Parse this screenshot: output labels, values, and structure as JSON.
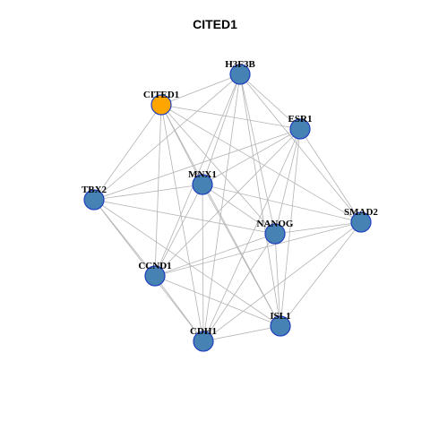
{
  "title": "CITED1",
  "colors": {
    "focus_node": "#FFA500",
    "node": "#4682B4",
    "node_border": "#1F3FBF",
    "edge": "#B3B3B3"
  },
  "nodes": [
    {
      "id": "H3F3B",
      "label": "H3F3B",
      "role": "neighbor"
    },
    {
      "id": "CITED1",
      "label": "CITED1",
      "role": "focus"
    },
    {
      "id": "ESR1",
      "label": "ESR1",
      "role": "neighbor"
    },
    {
      "id": "MNX1",
      "label": "MNX1",
      "role": "neighbor"
    },
    {
      "id": "TBX2",
      "label": "TBX2",
      "role": "neighbor"
    },
    {
      "id": "SMAD2",
      "label": "SMAD2",
      "role": "neighbor"
    },
    {
      "id": "NANOG",
      "label": "NANOG",
      "role": "neighbor"
    },
    {
      "id": "CCND1",
      "label": "CCND1",
      "role": "neighbor"
    },
    {
      "id": "ISL1",
      "label": "ISL1",
      "role": "neighbor"
    },
    {
      "id": "CDH1",
      "label": "CDH1",
      "role": "neighbor"
    }
  ],
  "edges": [
    [
      "CITED1",
      "H3F3B"
    ],
    [
      "CITED1",
      "ESR1"
    ],
    [
      "CITED1",
      "MNX1"
    ],
    [
      "CITED1",
      "TBX2"
    ],
    [
      "CITED1",
      "NANOG"
    ],
    [
      "CITED1",
      "CCND1"
    ],
    [
      "CITED1",
      "CDH1"
    ],
    [
      "CITED1",
      "ISL1"
    ],
    [
      "CITED1",
      "SMAD2"
    ],
    [
      "H3F3B",
      "ESR1"
    ],
    [
      "H3F3B",
      "MNX1"
    ],
    [
      "H3F3B",
      "TBX2"
    ],
    [
      "H3F3B",
      "NANOG"
    ],
    [
      "H3F3B",
      "CCND1"
    ],
    [
      "H3F3B",
      "CDH1"
    ],
    [
      "H3F3B",
      "ISL1"
    ],
    [
      "H3F3B",
      "SMAD2"
    ],
    [
      "ESR1",
      "MNX1"
    ],
    [
      "ESR1",
      "TBX2"
    ],
    [
      "ESR1",
      "NANOG"
    ],
    [
      "ESR1",
      "CCND1"
    ],
    [
      "ESR1",
      "CDH1"
    ],
    [
      "ESR1",
      "ISL1"
    ],
    [
      "ESR1",
      "SMAD2"
    ],
    [
      "MNX1",
      "TBX2"
    ],
    [
      "MNX1",
      "NANOG"
    ],
    [
      "MNX1",
      "CCND1"
    ],
    [
      "MNX1",
      "CDH1"
    ],
    [
      "MNX1",
      "ISL1"
    ],
    [
      "MNX1",
      "SMAD2"
    ],
    [
      "TBX2",
      "NANOG"
    ],
    [
      "TBX2",
      "CCND1"
    ],
    [
      "TBX2",
      "CDH1"
    ],
    [
      "TBX2",
      "ISL1"
    ],
    [
      "NANOG",
      "CCND1"
    ],
    [
      "NANOG",
      "CDH1"
    ],
    [
      "NANOG",
      "ISL1"
    ],
    [
      "NANOG",
      "SMAD2"
    ],
    [
      "CCND1",
      "SMAD2"
    ],
    [
      "CCND1",
      "CDH1"
    ],
    [
      "CCND1",
      "ISL1"
    ],
    [
      "SMAD2",
      "CDH1"
    ],
    [
      "SMAD2",
      "ISL1"
    ],
    [
      "CDH1",
      "ISL1"
    ]
  ]
}
